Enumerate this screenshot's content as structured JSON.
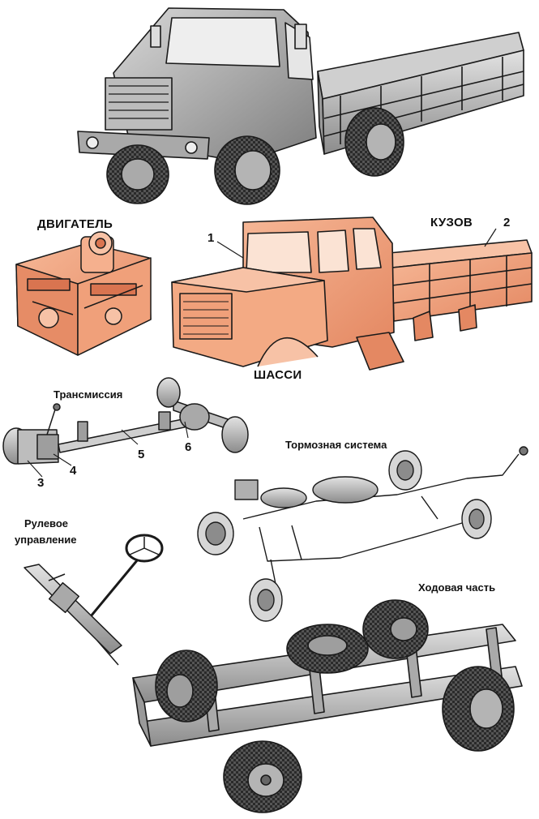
{
  "labels": {
    "engine": "ДВИГАТЕЛЬ",
    "body": "КУЗОВ",
    "chassis": "ШАССИ",
    "transmission": "Трансмиссия",
    "brakes": "Тормозная система",
    "steering_line1": "Рулевое",
    "steering_line2": "управление",
    "running_gear": "Ходовая часть"
  },
  "callouts": {
    "n1": "1",
    "n2": "2",
    "n3": "3",
    "n4": "4",
    "n5": "5",
    "n6": "6"
  },
  "colors": {
    "highlight": "#f0a07a",
    "highlight_dark": "#d46f47",
    "line": "#1a1a1a",
    "metal": "#bdbdbd",
    "metal_dark": "#6b6b6b",
    "tire": "#3a3a3a"
  }
}
